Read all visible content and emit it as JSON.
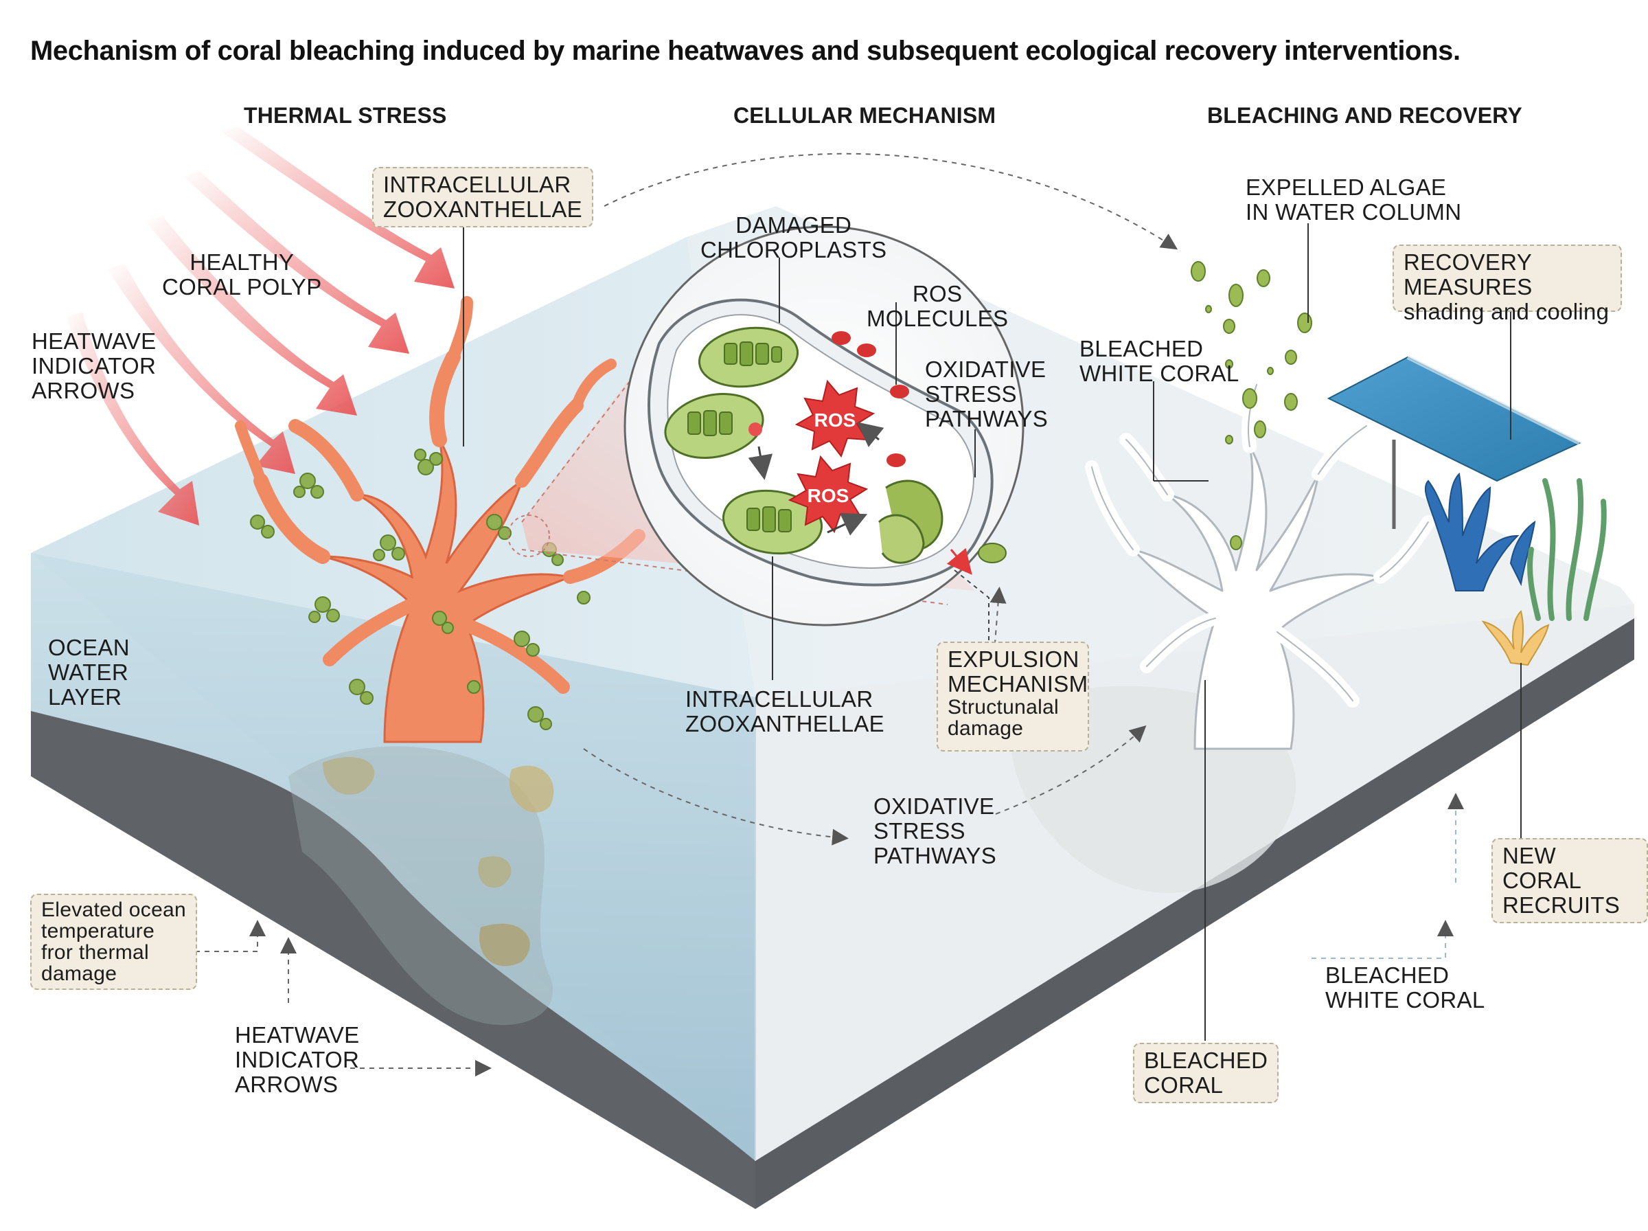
{
  "title": "Mechanism of coral bleaching induced by marine heatwaves and subsequent ecological recovery interventions.",
  "sections": {
    "thermal": "THERMAL STRESS",
    "cellular": "CELLULAR MECHANISM",
    "bleaching": "BLEACHING AND RECOVERY"
  },
  "labels": {
    "intracellular_top": "INTRACELLULAR\nZOOXANTHELLAE",
    "healthy_polyp": "HEALTHY\nCORAL POLYP",
    "heatwave_arrows_top": "HEATWAVE\nINDICATOR\nARROWS",
    "ocean_water": "OCEAN\nWATER\nLAYER",
    "elevated_temp": "Elevated ocean\ntemperature\nfror thermal\ndamage",
    "heatwave_arrows_bottom": "HEATWAVE\nINDICATOR\nARROWS",
    "damaged_chloroplasts": "DAMAGED\nCHLOROPLASTS",
    "ros_molecules": "ROS\nMOLECULES",
    "oxidative_inset": "OXIDATIVE\nSTRESS\nPATHWAYS",
    "intracellular_mid": "INTRACELLULAR\nZOOXANTHELLAE",
    "expulsion_title": "EXPULSION\nMECHANISM",
    "expulsion_sub": "Structunalal\ndamage",
    "oxidative_bottom": "OXIDATIVE\nSTRESS\nPATHWAYS",
    "expelled_algae": "EXPELLED ALGAE\nIN WATER COLUMN",
    "recovery_title": "RECOVERY MEASURES",
    "recovery_sub": "shading and cooling",
    "bleached_white_top": "BLEACHED\nWHITE CORAL",
    "new_recruits": "NEW CORAL\nRECRUITS",
    "bleached_white_bottom": "BLEACHED\nWHITE CORAL",
    "bleached_coral": "BLEACHED\nCORAL"
  },
  "ros": {
    "label": "ROS"
  },
  "colors": {
    "heat_arrow": "#e8585a",
    "coral_healthy": "#f08a62",
    "zooxanthellae": "#8fb153",
    "ros": "#e23a3a",
    "shade_panel": "#3a8fc1",
    "ocean": "#a9c8d8",
    "bedrock": "#5f6368",
    "label_box": "#f2ede0"
  },
  "icons": [
    "heatwave-arrow-icon",
    "coral-polyp-icon",
    "chloroplast-icon",
    "ros-burst-icon",
    "shade-panel-icon",
    "algae-cell-icon"
  ]
}
